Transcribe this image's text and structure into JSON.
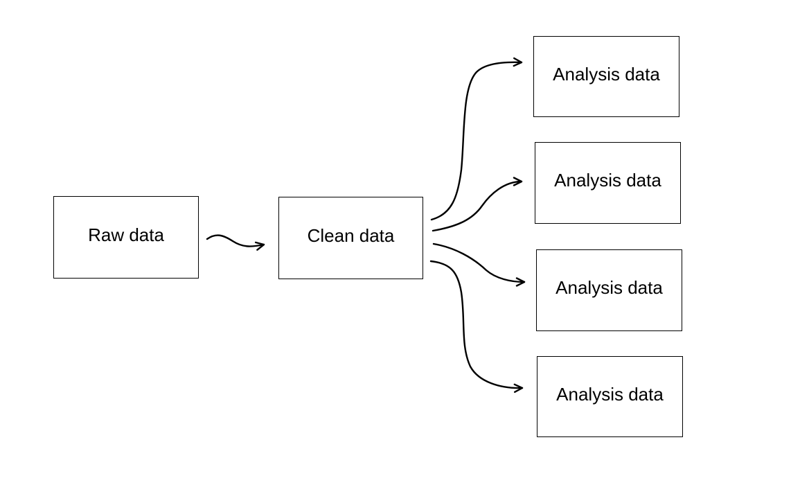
{
  "diagram": {
    "colors": {
      "stroke": "#000000",
      "text": "#000000",
      "background": "#ffffff"
    },
    "nodes": [
      {
        "id": "raw",
        "label": "Raw data"
      },
      {
        "id": "clean",
        "label": "Clean data"
      },
      {
        "id": "analysis-1",
        "label": "Analysis data"
      },
      {
        "id": "analysis-2",
        "label": "Analysis data"
      },
      {
        "id": "analysis-3",
        "label": "Analysis data"
      },
      {
        "id": "analysis-4",
        "label": "Analysis data"
      }
    ],
    "edges": [
      {
        "from": "raw",
        "to": "clean"
      },
      {
        "from": "clean",
        "to": "analysis-1"
      },
      {
        "from": "clean",
        "to": "analysis-2"
      },
      {
        "from": "clean",
        "to": "analysis-3"
      },
      {
        "from": "clean",
        "to": "analysis-4"
      }
    ]
  }
}
